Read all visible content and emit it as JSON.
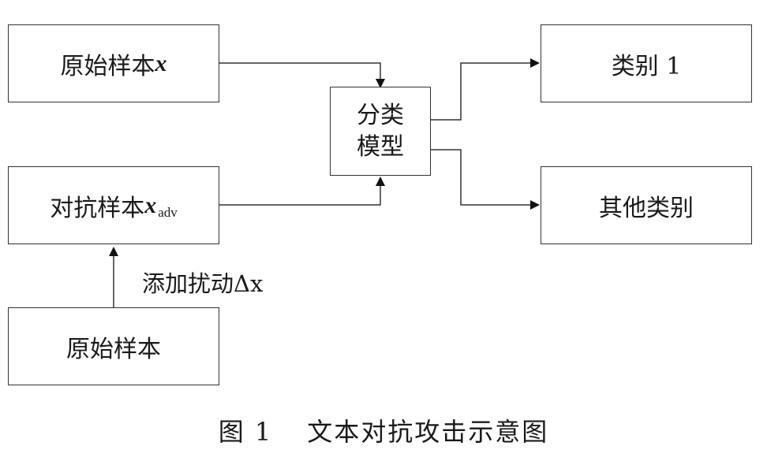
{
  "nodes": {
    "original_x": {
      "text": "原始样本",
      "var": "x"
    },
    "adversarial_x": {
      "text": "对抗样本",
      "var": "x",
      "sub": "adv"
    },
    "original": {
      "text": "原始样本"
    },
    "model": {
      "line1": "分类",
      "line2": "模型"
    },
    "class1": {
      "text": "类别 1"
    },
    "other": {
      "text": "其他类别"
    }
  },
  "edge_label": "添加扰动Δx",
  "caption": {
    "number": "图 1",
    "title": "文本对抗攻击示意图"
  }
}
